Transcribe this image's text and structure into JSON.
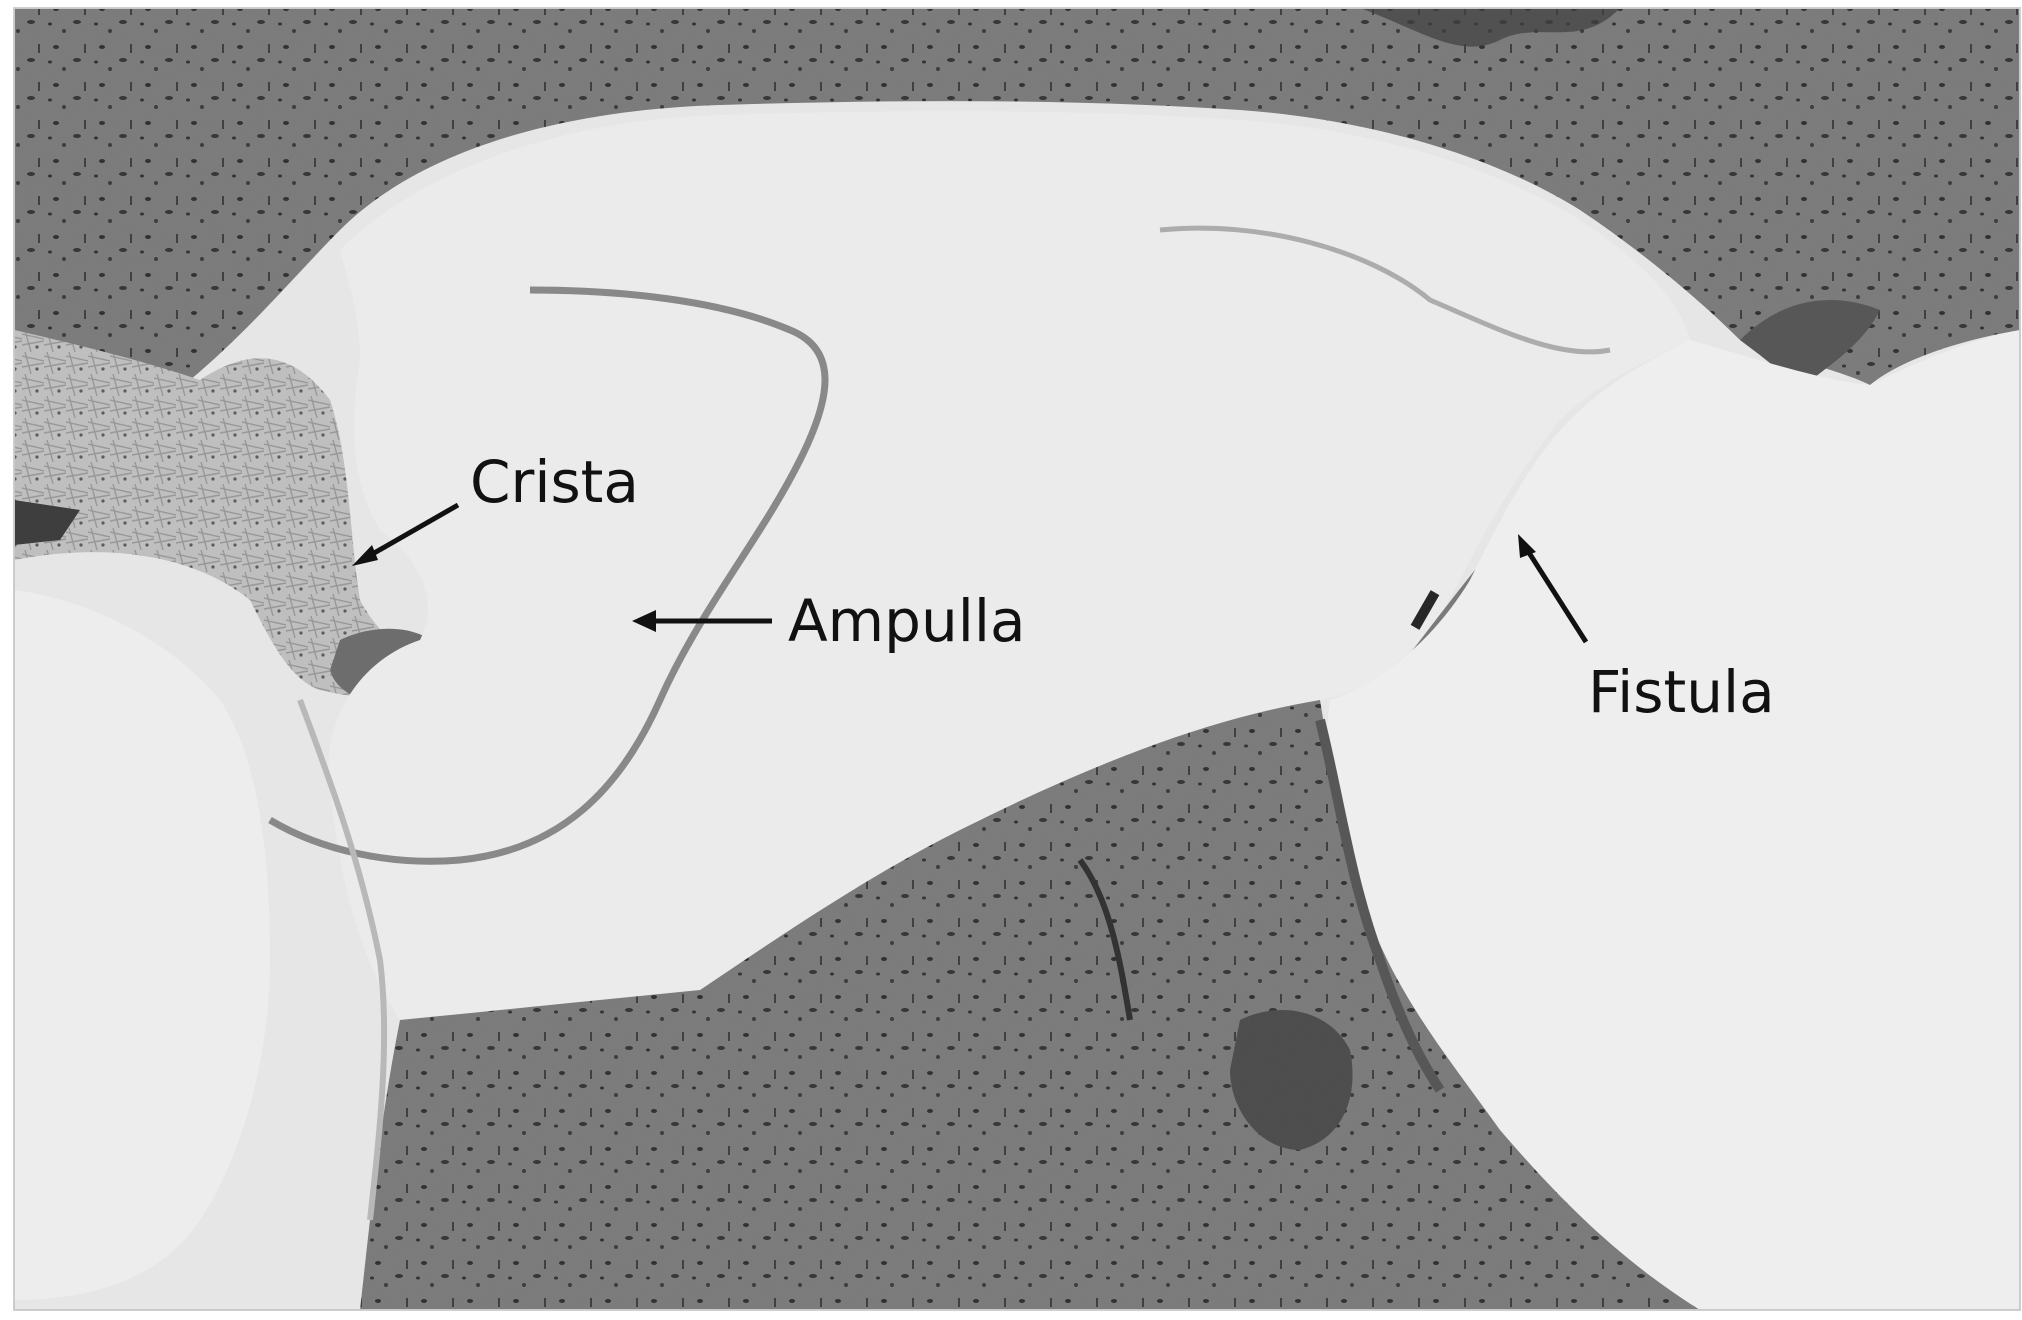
{
  "labels": {
    "crista": "Crista",
    "ampulla": "Ampulla",
    "fistula": "Fistula"
  },
  "colors": {
    "background": "#ffffff",
    "lumen": "#f1f1f1",
    "bone": "#7c7c7c",
    "bone_dark": "#4a4a4a",
    "tissue": "#b9b9b9",
    "membrane": "#8a8a8a",
    "text": "#111111"
  }
}
